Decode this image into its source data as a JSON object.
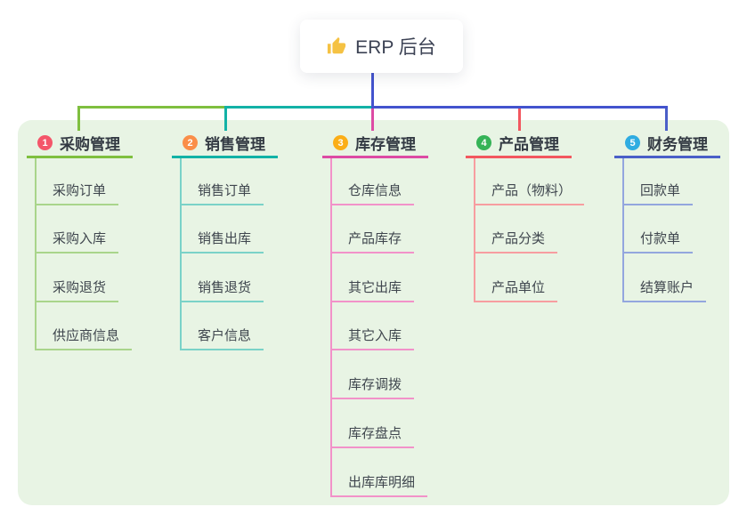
{
  "root": {
    "label": "ERP 后台",
    "icon": "thumbs-up-icon",
    "connector_color": "#4353CE"
  },
  "branches": [
    {
      "badge": "1",
      "label": "采购管理",
      "badge_color": "#F4566A",
      "line_color": "#7FBF3F",
      "child_line_color": "#A9D58B",
      "children": [
        "采购订单",
        "采购入库",
        "采购退货",
        "供应商信息"
      ]
    },
    {
      "badge": "2",
      "label": "销售管理",
      "badge_color": "#FA8E49",
      "line_color": "#12B2A6",
      "child_line_color": "#7AD2C8",
      "children": [
        "销售订单",
        "销售出库",
        "销售退货",
        "客户信息"
      ]
    },
    {
      "badge": "3",
      "label": "库存管理",
      "badge_color": "#FBAE17",
      "line_color": "#DD4BA4",
      "child_line_color": "#F292C9",
      "children": [
        "仓库信息",
        "产品库存",
        "其它出库",
        "其它入库",
        "库存调拨",
        "库存盘点",
        "出库库明细"
      ]
    },
    {
      "badge": "4",
      "label": "产品管理",
      "badge_color": "#35B357",
      "line_color": "#F2575F",
      "child_line_color": "#F79DA0",
      "children": [
        "产品（物料）",
        "产品分类",
        "产品单位"
      ]
    },
    {
      "badge": "5",
      "label": "财务管理",
      "badge_color": "#2FACE1",
      "line_color": "#4A5FC8",
      "child_line_color": "#93A6DE",
      "children": [
        "回款单",
        "付款单",
        "结算账户"
      ]
    }
  ]
}
